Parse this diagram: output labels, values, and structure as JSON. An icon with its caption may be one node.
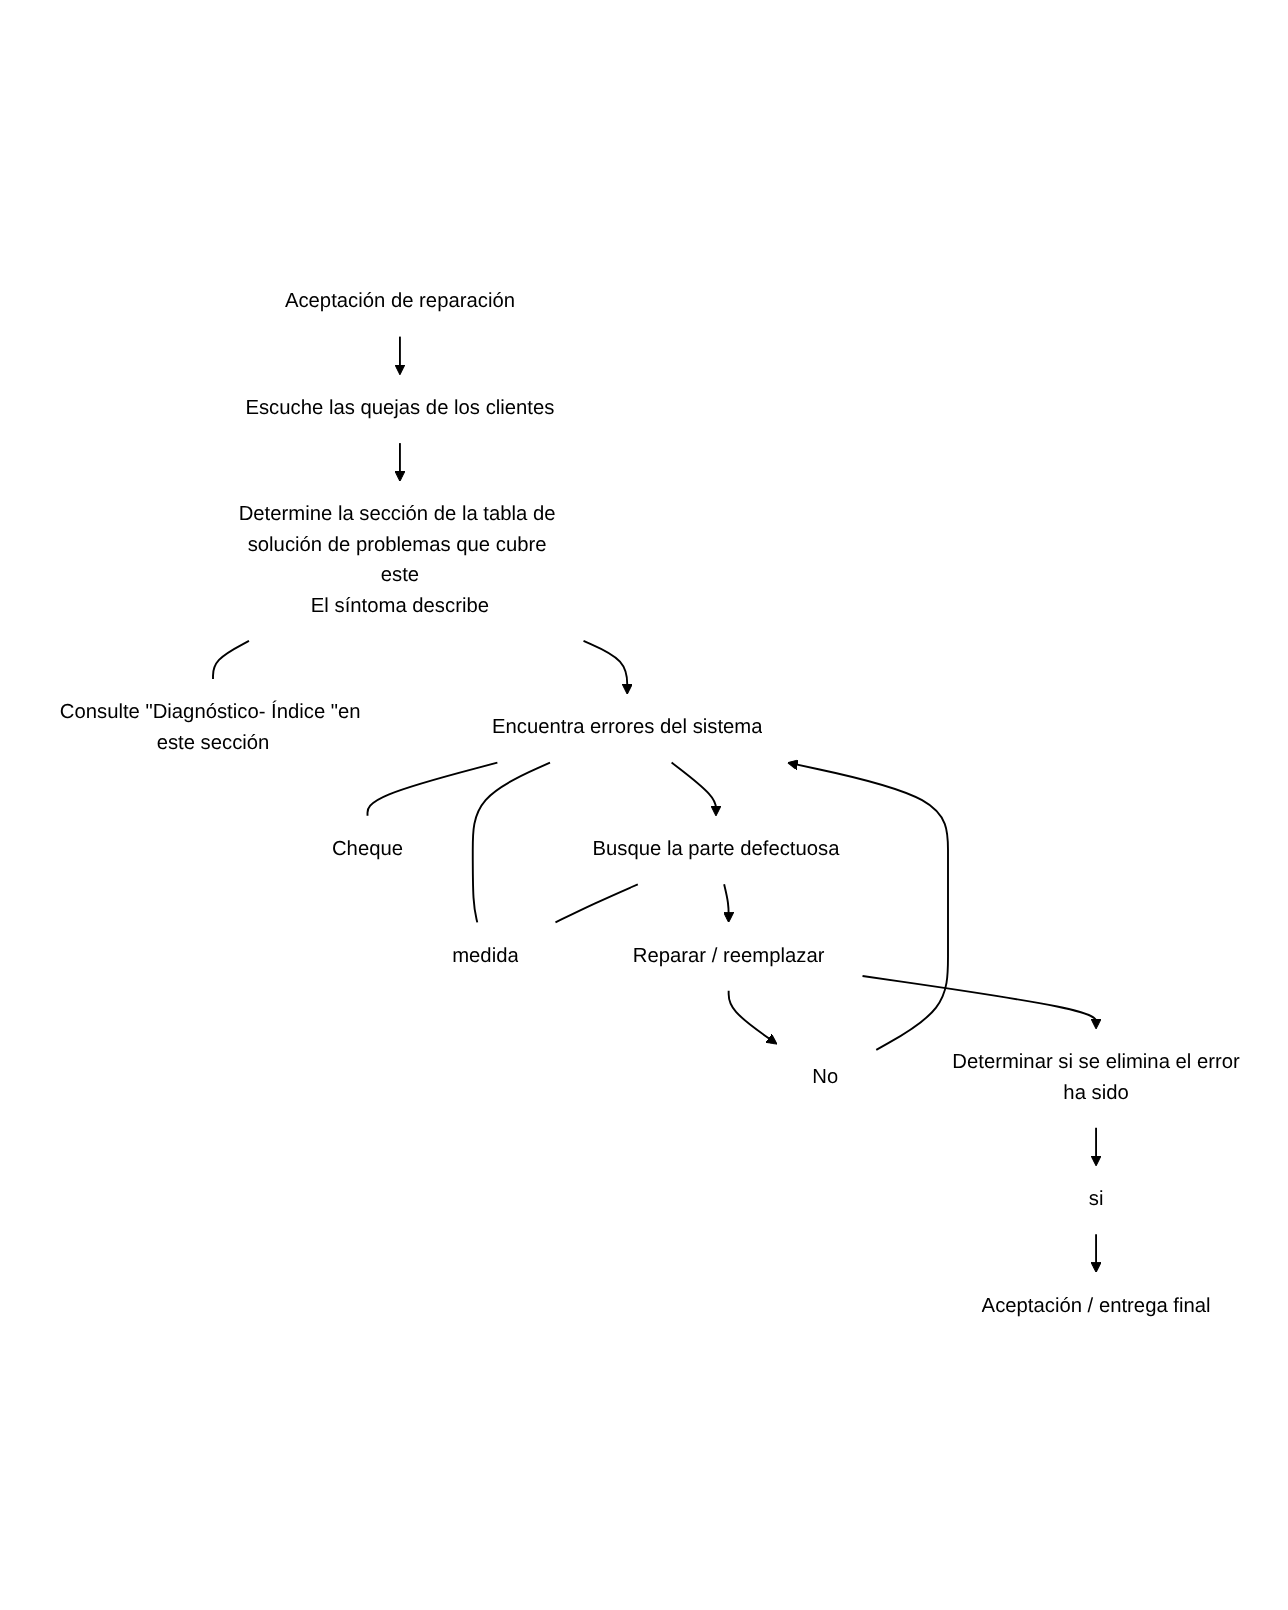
{
  "diagram": {
    "nodes": [
      {
        "text": [
          "Aceptación de reparación"
        ]
      },
      {
        "text": [
          "Escuche las quejas de los clientes"
        ]
      },
      {
        "text": [
          "Determine la sección de la tabla de solución de problemas que cubre este",
          "El síntoma describe"
        ]
      },
      {
        "text": [
          "Consulte \"Diagnóstico- Índice \"en este sección"
        ]
      },
      {
        "text": [
          "Encuentra errores del sistema"
        ]
      },
      {
        "text": [
          "Cheque"
        ]
      },
      {
        "text": [
          "Busque la parte defectuosa"
        ]
      },
      {
        "text": [
          "medida"
        ]
      },
      {
        "text": [
          "Reparar / reemplazar"
        ]
      },
      {
        "text": [
          "No"
        ]
      },
      {
        "text": [
          "Determinar si se elimina el error",
          "ha sido"
        ]
      },
      {
        "text": [
          "si"
        ]
      },
      {
        "text": [
          "Aceptación / entrega final"
        ]
      }
    ],
    "edges": [
      {
        "from": 0,
        "to": 1,
        "arrow": "to"
      },
      {
        "from": 1,
        "to": 2,
        "arrow": "to"
      },
      {
        "from": 2,
        "to": 3,
        "arrow": "none"
      },
      {
        "from": 2,
        "to": 4,
        "arrow": "to"
      },
      {
        "from": 4,
        "to": 5,
        "arrow": "none"
      },
      {
        "from": 4,
        "to": 6,
        "arrow": "to"
      },
      {
        "from": 4,
        "to": 7,
        "arrow": "none"
      },
      {
        "from": 6,
        "to": 7,
        "arrow": "none"
      },
      {
        "from": 6,
        "to": 8,
        "arrow": "to"
      },
      {
        "from": 8,
        "to": 9,
        "arrow": "to"
      },
      {
        "from": 9,
        "to": 4,
        "arrow": "to"
      },
      {
        "from": 8,
        "to": 10,
        "arrow": "to"
      },
      {
        "from": 10,
        "to": 11,
        "arrow": "to"
      },
      {
        "from": 11,
        "to": 12,
        "arrow": "to"
      }
    ]
  }
}
